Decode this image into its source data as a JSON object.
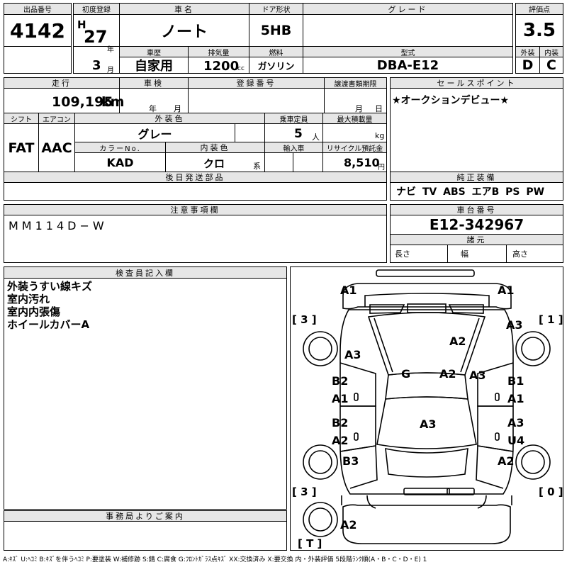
{
  "headers": {
    "lot_no": "出品番号",
    "first_reg": "初度登録",
    "car_name": "車名",
    "door": "ドア形状",
    "grade": "グレード",
    "score": "評価点",
    "history": "車歴",
    "displacement": "排気量",
    "fuel": "燃料",
    "model": "型式",
    "exterior": "外装",
    "interior": "内装",
    "mileage": "走行",
    "inspection": "車検",
    "reg_no": "登録番号",
    "transfer_deadline": "譲渡書類期限",
    "sales_point": "セールスポイント",
    "shift": "シフト",
    "aircon": "エアコン",
    "ext_color": "外装色",
    "capacity": "乗車定員",
    "max_load": "最大積載量",
    "color_no": "カラーNo.",
    "int_color": "内装色",
    "import": "輸入車",
    "recycle": "リサイクル預託金",
    "later_parts": "後日発送部品",
    "genuine_equip": "純正装備",
    "caution": "注意事項欄",
    "chassis_no": "車台番号",
    "specs": "諸元",
    "inspector": "検査員記入欄",
    "office": "事務局よりご案内"
  },
  "values": {
    "lot_no": "4142",
    "era": "H",
    "year": "27",
    "year_unit": "年",
    "month": "3",
    "month_unit": "月",
    "car_name": "ノート",
    "door": "5HB",
    "grade": "",
    "score": "3.5",
    "history": "自家用",
    "displacement": "1200",
    "displacement_unit": "cc",
    "fuel": "ガソリン",
    "model": "DBA-E12",
    "exterior": "D",
    "interior": "C",
    "mileage": "109,195",
    "mileage_unit": "km",
    "inspect_year_unit": "年",
    "inspect_month_unit": "月",
    "transfer_month_unit": "月",
    "transfer_day_unit": "日",
    "sales_point": "★オークションデビュー★",
    "shift": "FAT",
    "aircon": "AAC",
    "ext_color": "グレー",
    "capacity": "5",
    "capacity_unit": "人",
    "max_load_unit": "kg",
    "color_no": "KAD",
    "int_color": "クロ",
    "int_color_unit": "系",
    "recycle": "8,510",
    "recycle_unit": "円",
    "genuine_equip": "ナビ TV ABS エアB PS PW",
    "caution": "MM114D−W",
    "chassis_no": "E12-342967",
    "spec_length": "長さ",
    "spec_width": "幅",
    "spec_height": "高さ"
  },
  "inspector_notes": [
    "外装うすい線キズ",
    "室内汚れ",
    "室内内張傷",
    "ホイールカバーA"
  ],
  "legend": "A:ｷｽﾞ U:ﾍｺﾐ B:ｷｽﾞを伴うﾍｺﾐ P:要塗装 W:補修跡 S:錆 C:腐食 G:ﾌﾛﾝﾄｶﾞﾗｽ点ｷｽﾞ XX:交換済み X:要交換  内・外装評価 5段階ﾗﾝｸ順(A・B・C・D・E) 1",
  "diagram": {
    "tire_labels": [
      "[ 3 ]",
      "[ 1 ]",
      "[ 3 ]",
      "[ 0 ]",
      "[ T ]"
    ],
    "marks": [
      "A1",
      "A1",
      "A3",
      "A3",
      "A2",
      "G",
      "A2",
      "A3",
      "B2",
      "A1",
      "B1",
      "A1",
      "A3",
      "B2",
      "A2",
      "A3",
      "U4",
      "B3",
      "A2",
      "A2"
    ]
  }
}
